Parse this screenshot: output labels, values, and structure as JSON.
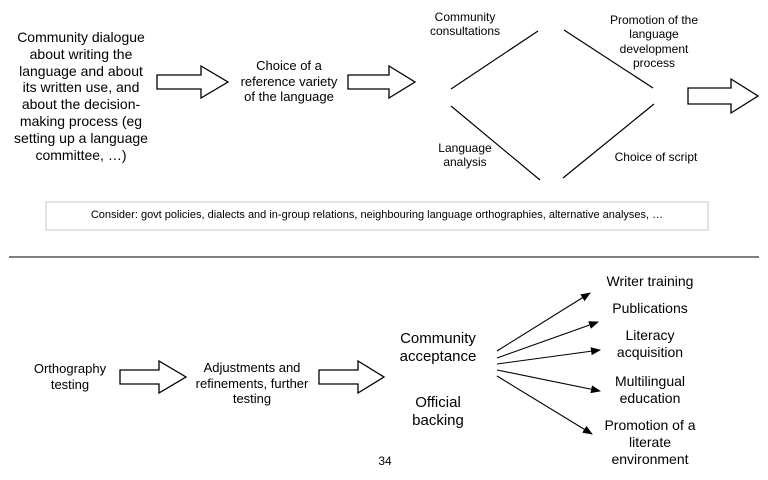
{
  "top": {
    "dialogue": "Community dialogue\nabout writing the\nlanguage and about\nits written use, and\nabout the decision-\nmaking process (eg\nsetting up a language\ncommittee, …)",
    "choice_reference": "Choice of a\nreference variety\nof the language",
    "consultations": "Community\nconsultations",
    "promotion_process": "Promotion of the\nlanguage\ndevelopment\nprocess",
    "language_analysis": "Language\nanalysis",
    "choice_script": "Choice of script",
    "consider": "Consider: govt policies, dialects and in-group relations,  neighbouring language orthographies, alternative analyses, …"
  },
  "bottom": {
    "orthography_testing": "Orthography\ntesting",
    "adjustments": "Adjustments and\nrefinements, further\ntesting",
    "community_acceptance": "Community\nacceptance",
    "official_backing": "Official\nbacking",
    "outcomes": [
      "Writer training",
      "Publications",
      "Literacy\nacquisition",
      "Multilingual\neducation",
      "Promotion of a\nliterate\nenvironment"
    ]
  },
  "page_number": "34",
  "colors": {
    "ink": "#000000",
    "box_border": "#c8c8c8"
  }
}
